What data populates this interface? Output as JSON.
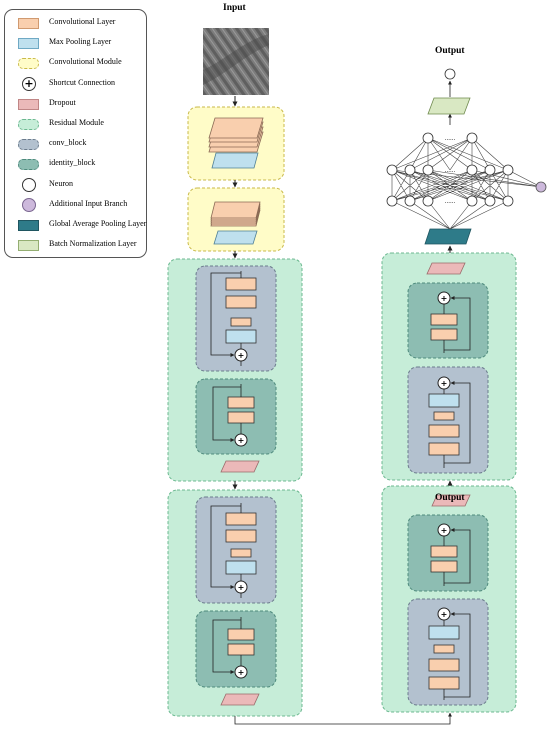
{
  "titles": {
    "input": "Input",
    "output": "Output"
  },
  "legend": [
    {
      "key": "conv",
      "label": "Convolutional Layer",
      "symbol": "rect",
      "color": "#F9CFAE",
      "border": "#D09A70"
    },
    {
      "key": "pool",
      "label": "Max Pooling Layer",
      "symbol": "rect",
      "color": "#BFE0EE",
      "border": "#6FA9C4"
    },
    {
      "key": "conv_module",
      "label": "Convolutional Module",
      "symbol": "dashed",
      "color": "#FFFCC8",
      "border": "#C9B94A"
    },
    {
      "key": "shortcut",
      "label": "Shortcut Connection",
      "symbol": "plus",
      "color": "#FFFFFF",
      "border": "#333333"
    },
    {
      "key": "dropout",
      "label": "Dropout",
      "symbol": "rect",
      "color": "#EBB9B9",
      "border": "#C08686"
    },
    {
      "key": "residual",
      "label": "Residual Module",
      "symbol": "dashed",
      "color": "#C6EDD8",
      "border": "#6CB890"
    },
    {
      "key": "conv_block",
      "label": "conv_block",
      "symbol": "dashed",
      "color": "#B3C1CF",
      "border": "#6B7B8C"
    },
    {
      "key": "identity_block",
      "label": "identity_block",
      "symbol": "dashed",
      "color": "#8DBDB2",
      "border": "#4E8A7C"
    },
    {
      "key": "neuron",
      "label": "Neuron",
      "symbol": "circle",
      "color": "#FFFFFF",
      "border": "#333333"
    },
    {
      "key": "extra_input",
      "label": "Additional Input Branch",
      "symbol": "circle",
      "color": "#CDB9DC",
      "border": "#7A6690"
    },
    {
      "key": "gap",
      "label": "Global Average Pooling Layer",
      "symbol": "rect",
      "color": "#2E7B89",
      "border": "#1F5560"
    },
    {
      "key": "bn",
      "label": "Batch Normalization Layer",
      "symbol": "rect",
      "color": "#D9E8C3",
      "border": "#94AE72"
    }
  ],
  "network": {
    "ellipsis": "......",
    "shortcut_symbol": "+"
  },
  "input_image": {
    "description_icon": "texture-image-icon"
  }
}
